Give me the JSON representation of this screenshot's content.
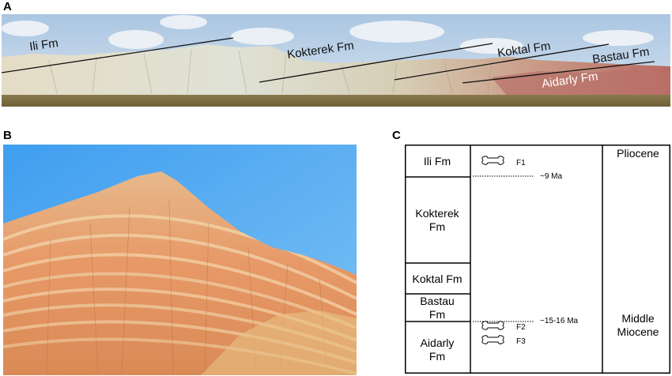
{
  "panels": {
    "a": {
      "label": "A",
      "formations": [
        "Ili Fm",
        "Kokterek Fm",
        "Koktal Fm",
        "Bastau Fm",
        "Aidarly Fm"
      ]
    },
    "b": {
      "label": "B"
    },
    "c": {
      "label": "C",
      "formations": [
        "Ili Fm",
        "Kokterek Fm",
        "Koktal Fm",
        "Bastau Fm",
        "Aidarly Fm"
      ],
      "fossils": [
        "F1",
        "F2",
        "F3"
      ],
      "ages": [
        "~9 Ma",
        "~15-16 Ma"
      ],
      "epochs": [
        "Pliocene",
        "Middle Miocene"
      ]
    }
  },
  "colors": {
    "sky_a": "#b8cde0",
    "bluff_pale": "#d9dccb",
    "bluff_red": "#c2877a",
    "sky_b": "#52a8ef",
    "hill_orange": "#e59a67",
    "hill_cream": "#f2d6a8"
  }
}
